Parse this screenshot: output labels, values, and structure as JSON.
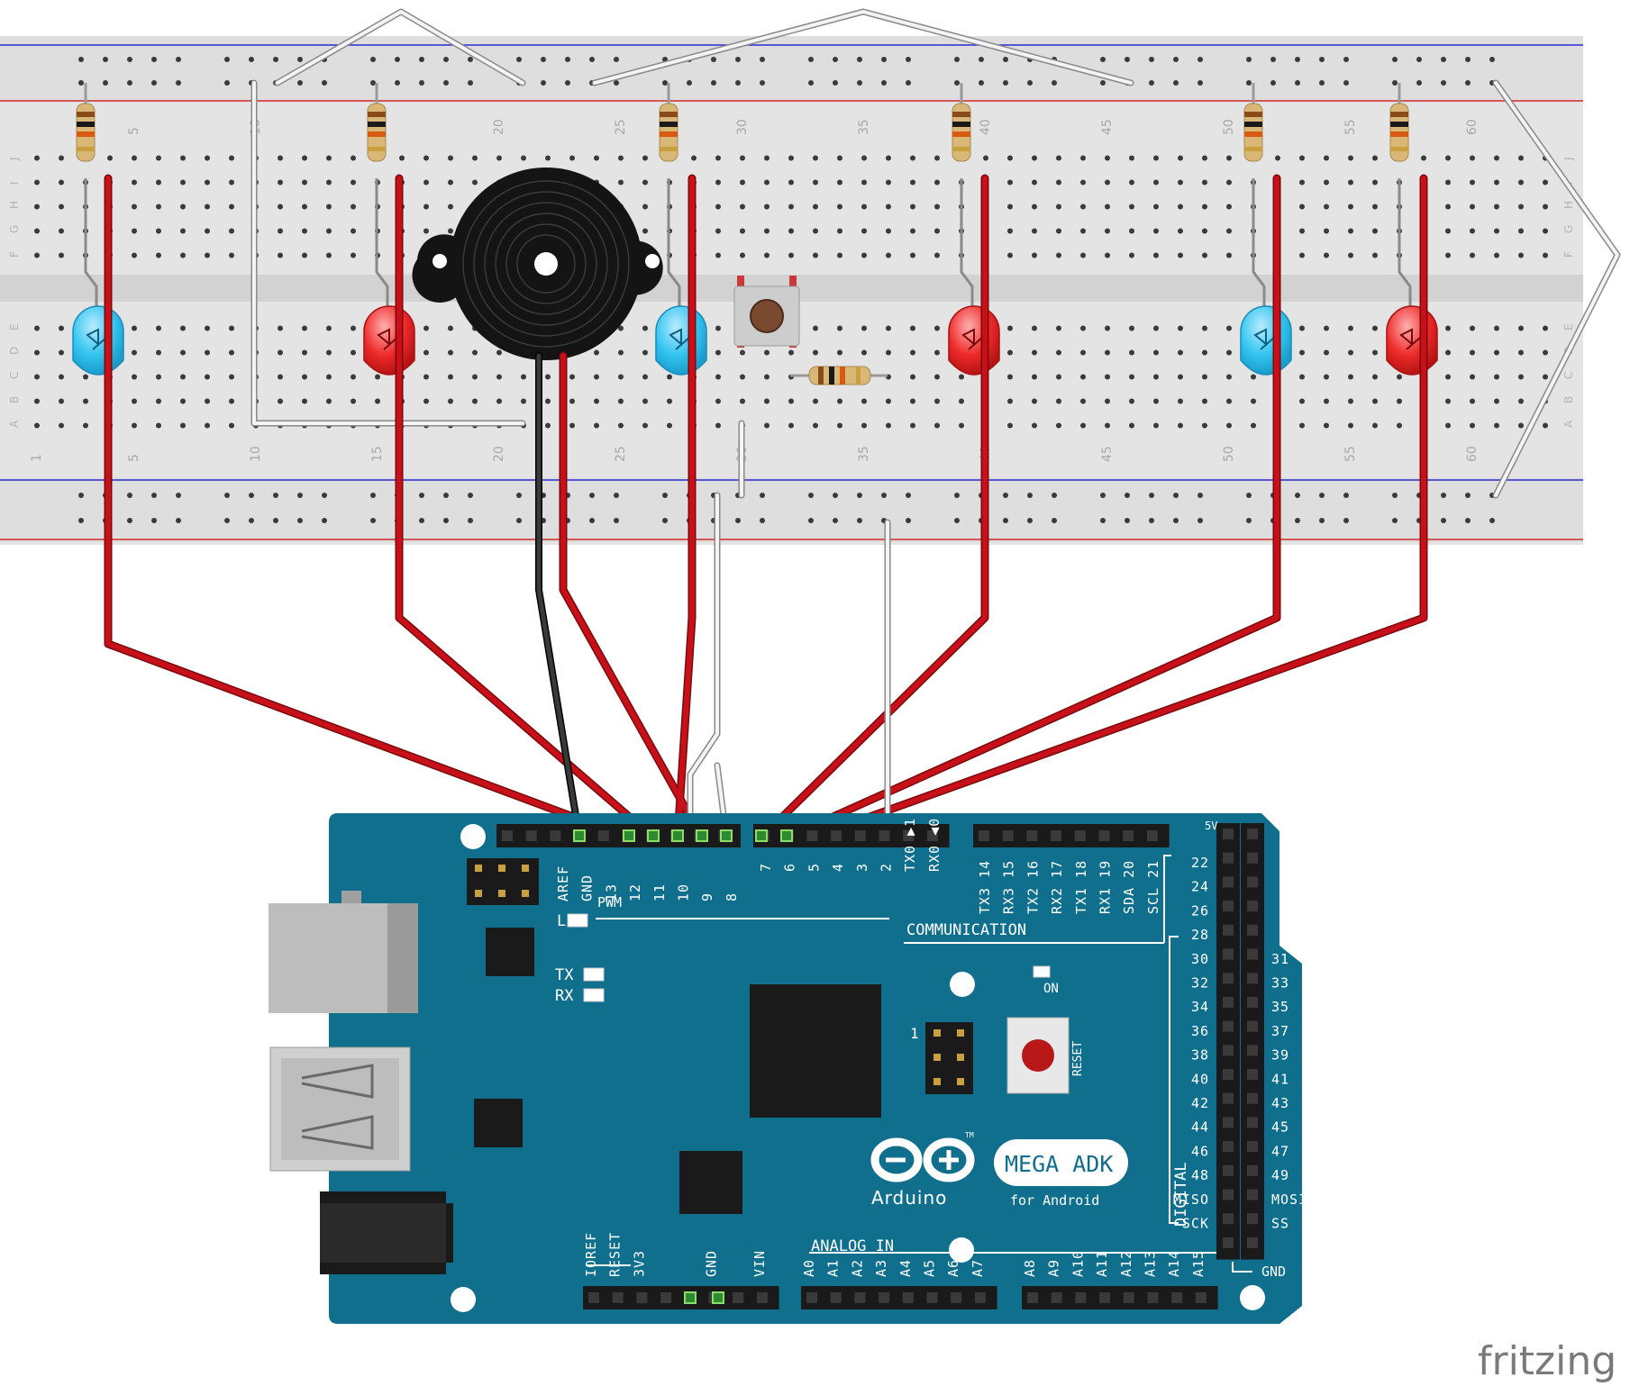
{
  "diagram": {
    "watermark": "fritzing",
    "breadboard": {
      "column_numbers": [
        "1",
        "5",
        "10",
        "15",
        "20",
        "25",
        "30",
        "35",
        "40",
        "45",
        "50",
        "55",
        "60"
      ],
      "row_letters_top": [
        "J",
        "I",
        "H",
        "G",
        "F"
      ],
      "row_letters_bottom": [
        "E",
        "D",
        "C",
        "B",
        "A"
      ]
    },
    "board": {
      "brand": "Arduino",
      "model": "MEGA ADK",
      "subtitle": "for Android",
      "tm": "TM",
      "top_header_left_pins": [
        "AREF",
        "GND",
        "13",
        "12",
        "11",
        "10",
        "9",
        "8"
      ],
      "top_header_mid_pins": [
        "7",
        "6",
        "5",
        "4",
        "3",
        "2",
        "TX0 ▶1",
        "RX0 ◀0"
      ],
      "top_header_comm_pins": [
        "TX3 14",
        "RX3 15",
        "TX2 16",
        "RX2 17",
        "TX1 18",
        "RX1 19",
        "SDA 20",
        "SCL 21"
      ],
      "pwm_label": "PWM",
      "communication_label": "COMMUNICATION",
      "led_l": "L",
      "led_tx": "TX",
      "led_rx": "RX",
      "led_on": "ON",
      "reset_label": "RESET",
      "icsp_label": "1",
      "digital_label": "DIGITAL",
      "digital_left_pins": [
        "22",
        "24",
        "26",
        "28",
        "30",
        "32",
        "34",
        "36",
        "38",
        "40",
        "42",
        "44",
        "46",
        "48",
        "MISO",
        "SCK"
      ],
      "digital_right_pins": [
        "",
        "",
        "",
        "",
        "31",
        "33",
        "35",
        "37",
        "39",
        "41",
        "43",
        "45",
        "47",
        "49",
        "MOSI",
        "SS"
      ],
      "five_v_label": "5V",
      "gnd_right_label": "GND",
      "power_pins": [
        "IOREF",
        "RESET",
        "3V3",
        "",
        "",
        "GND",
        "",
        "VIN"
      ],
      "analog_label": "ANALOG IN",
      "analog_pins_a": [
        "A0",
        "A1",
        "A2",
        "A3",
        "A4",
        "A5",
        "A6",
        "A7"
      ],
      "analog_pins_b": [
        "A8",
        "A9",
        "A10",
        "A11",
        "A12",
        "A13",
        "A14",
        "A15"
      ]
    },
    "colors": {
      "board": "#0f6f8c",
      "breadboard": "#e4e4e4",
      "wire_red": "#c8101a",
      "wire_white": "#f2f2f2",
      "wire_black": "#262626",
      "led_blue": "#33c4f0",
      "led_red": "#ee2a2a"
    }
  }
}
